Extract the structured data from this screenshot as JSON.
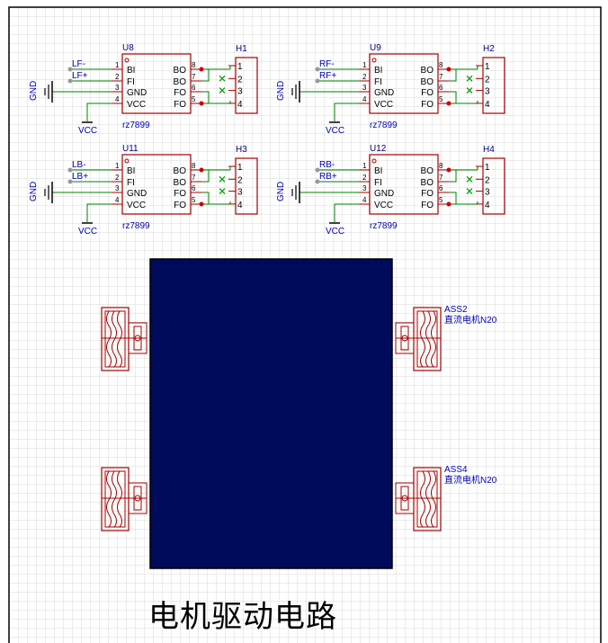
{
  "title": "电机驱动电路",
  "colors": {
    "background": "#ffffff",
    "grid": "#d9d9d9",
    "border": "#000000",
    "symbol": "#a30000",
    "wire": "#008000",
    "label": "#0000b4",
    "pin_dot": "#cc0000",
    "no_connect": "#00a000",
    "board": "#000a5a"
  },
  "drivers": [
    {
      "designator": "U8",
      "part": "rz7899",
      "header": "H1",
      "input_labels": [
        "LF-",
        "LF+"
      ],
      "pins_left": [
        {
          "num": "1",
          "name": "BI"
        },
        {
          "num": "2",
          "name": "FI"
        },
        {
          "num": "3",
          "name": "GND"
        },
        {
          "num": "4",
          "name": "VCC"
        }
      ],
      "pins_right": [
        {
          "num": "8",
          "name": "BO"
        },
        {
          "num": "7",
          "name": "BO"
        },
        {
          "num": "6",
          "name": "FO"
        },
        {
          "num": "5",
          "name": "FO"
        }
      ],
      "header_pins": [
        "1",
        "2",
        "3",
        "4"
      ],
      "gnd": "GND",
      "vcc": "VCC"
    },
    {
      "designator": "U9",
      "part": "rz7899",
      "header": "H2",
      "input_labels": [
        "RF-",
        "RF+"
      ],
      "pins_left": [
        {
          "num": "1",
          "name": "BI"
        },
        {
          "num": "2",
          "name": "FI"
        },
        {
          "num": "3",
          "name": "GND"
        },
        {
          "num": "4",
          "name": "VCC"
        }
      ],
      "pins_right": [
        {
          "num": "8",
          "name": "BO"
        },
        {
          "num": "7",
          "name": "BO"
        },
        {
          "num": "6",
          "name": "FO"
        },
        {
          "num": "5",
          "name": "FO"
        }
      ],
      "header_pins": [
        "1",
        "2",
        "3",
        "4"
      ],
      "gnd": "GND",
      "vcc": "VCC"
    },
    {
      "designator": "U11",
      "part": "rz7899",
      "header": "H3",
      "input_labels": [
        "LB-",
        "LB+"
      ],
      "pins_left": [
        {
          "num": "1",
          "name": "BI"
        },
        {
          "num": "2",
          "name": "FI"
        },
        {
          "num": "3",
          "name": "GND"
        },
        {
          "num": "4",
          "name": "VCC"
        }
      ],
      "pins_right": [
        {
          "num": "8",
          "name": "BO"
        },
        {
          "num": "7",
          "name": "BO"
        },
        {
          "num": "6",
          "name": "FO"
        },
        {
          "num": "5",
          "name": "FO"
        }
      ],
      "header_pins": [
        "1",
        "2",
        "3",
        "4"
      ],
      "gnd": "GND",
      "vcc": "VCC"
    },
    {
      "designator": "U12",
      "part": "rz7899",
      "header": "H4",
      "input_labels": [
        "RB-",
        "RB+"
      ],
      "pins_left": [
        {
          "num": "1",
          "name": "BI"
        },
        {
          "num": "2",
          "name": "FI"
        },
        {
          "num": "3",
          "name": "GND"
        },
        {
          "num": "4",
          "name": "VCC"
        }
      ],
      "pins_right": [
        {
          "num": "8",
          "name": "BO"
        },
        {
          "num": "7",
          "name": "BO"
        },
        {
          "num": "6",
          "name": "FO"
        },
        {
          "num": "5",
          "name": "FO"
        }
      ],
      "header_pins": [
        "1",
        "2",
        "3",
        "4"
      ],
      "gnd": "GND",
      "vcc": "VCC"
    }
  ],
  "motors": [
    {
      "designator": "ASS2",
      "value": "直流电机N20"
    },
    {
      "designator": "ASS4",
      "value": "直流电机N20"
    },
    {
      "designator": "",
      "value": ""
    },
    {
      "designator": "",
      "value": ""
    }
  ]
}
